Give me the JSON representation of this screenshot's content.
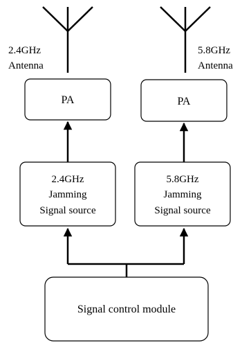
{
  "antennas": [
    {
      "label_line1": "2.4GHz",
      "label_line2": "Antenna"
    },
    {
      "label_line1": "5.8GHz",
      "label_line2": "Antenna"
    }
  ],
  "pa_boxes": [
    {
      "label": "PA"
    },
    {
      "label": "PA"
    }
  ],
  "sources": [
    {
      "line1": "2.4GHz",
      "line2": "Jamming",
      "line3": "Signal source"
    },
    {
      "line1": "5.8GHz",
      "line2": "Jamming",
      "line3": "Signal source"
    }
  ],
  "control": {
    "label": "Signal control module"
  },
  "colors": {
    "stroke": "#000000",
    "background": "#ffffff"
  }
}
